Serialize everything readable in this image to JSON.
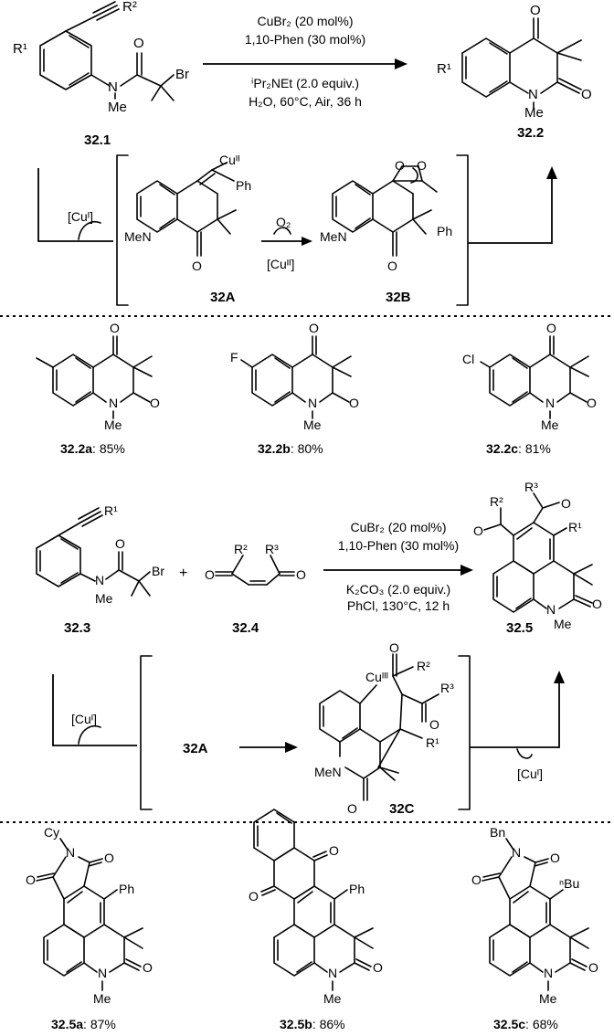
{
  "scheme1": {
    "sm_id": "32.1",
    "product_id": "32.2",
    "sm_r1": "R¹",
    "sm_r2": "R²",
    "product_r1": "R¹",
    "conditions": {
      "line1": "CuBr₂ (20 mol%)",
      "line2": "1,10-Phen (30 mol%)",
      "line3": "ⁱPr₂NEt (2.0 equiv.)",
      "line4": "H₂O, 60°C, Air, 36 h"
    },
    "mech": {
      "cu_cat": "[Cuᴵ]",
      "int_a": "32A",
      "int_b": "32B",
      "cu_label": "Cuᴵᴵ",
      "ph_a": "Ph",
      "ph_b": "Ph",
      "o2": "O₂",
      "cu_out": "[Cuᴵᴵ]",
      "men": "MeN",
      "men_b": "MeN"
    }
  },
  "products1": [
    {
      "id": "32.2a",
      "yield": ": 85%",
      "substituent": ""
    },
    {
      "id": "32.2b",
      "yield": ": 80%",
      "substituent": "F"
    },
    {
      "id": "32.2c",
      "yield": ": 81%",
      "substituent": "Cl"
    }
  ],
  "scheme2": {
    "sm_id": "32.3",
    "partner_id": "32.4",
    "product_id": "32.5",
    "plus": "+",
    "sm_r1": "R¹",
    "partner_r2": "R²",
    "partner_r3": "R³",
    "product_r1": "R¹",
    "product_r2": "R²",
    "product_r3": "R³",
    "conditions": {
      "line1": "CuBr₂ (20 mol%)",
      "line2": "1,10-Phen (30 mol%)",
      "line3": "K₂CO₃ (2.0 equiv.)",
      "line4": "PhCl, 130°C, 12 h"
    },
    "mech": {
      "cu_cat": "[Cuᴵ]",
      "int_a": "32A",
      "int_c": "32C",
      "cu3": "Cuᴵᴵᴵ",
      "r1": "R¹",
      "r2": "R²",
      "r3": "R³",
      "cu_out": "[Cuᴵ]",
      "men": "MeN"
    }
  },
  "products2": [
    {
      "id": "32.5a",
      "yield": ": 87%",
      "n_sub": "Cy",
      "c_sub": "Ph"
    },
    {
      "id": "32.5b",
      "yield": ": 86%",
      "n_sub": "",
      "c_sub": "Ph"
    },
    {
      "id": "32.5c",
      "yield": ": 68%",
      "n_sub": "Bn",
      "c_sub": "ⁿBu"
    }
  ],
  "atoms": {
    "o": "O",
    "n": "N",
    "me": "Me",
    "br": "Br"
  }
}
